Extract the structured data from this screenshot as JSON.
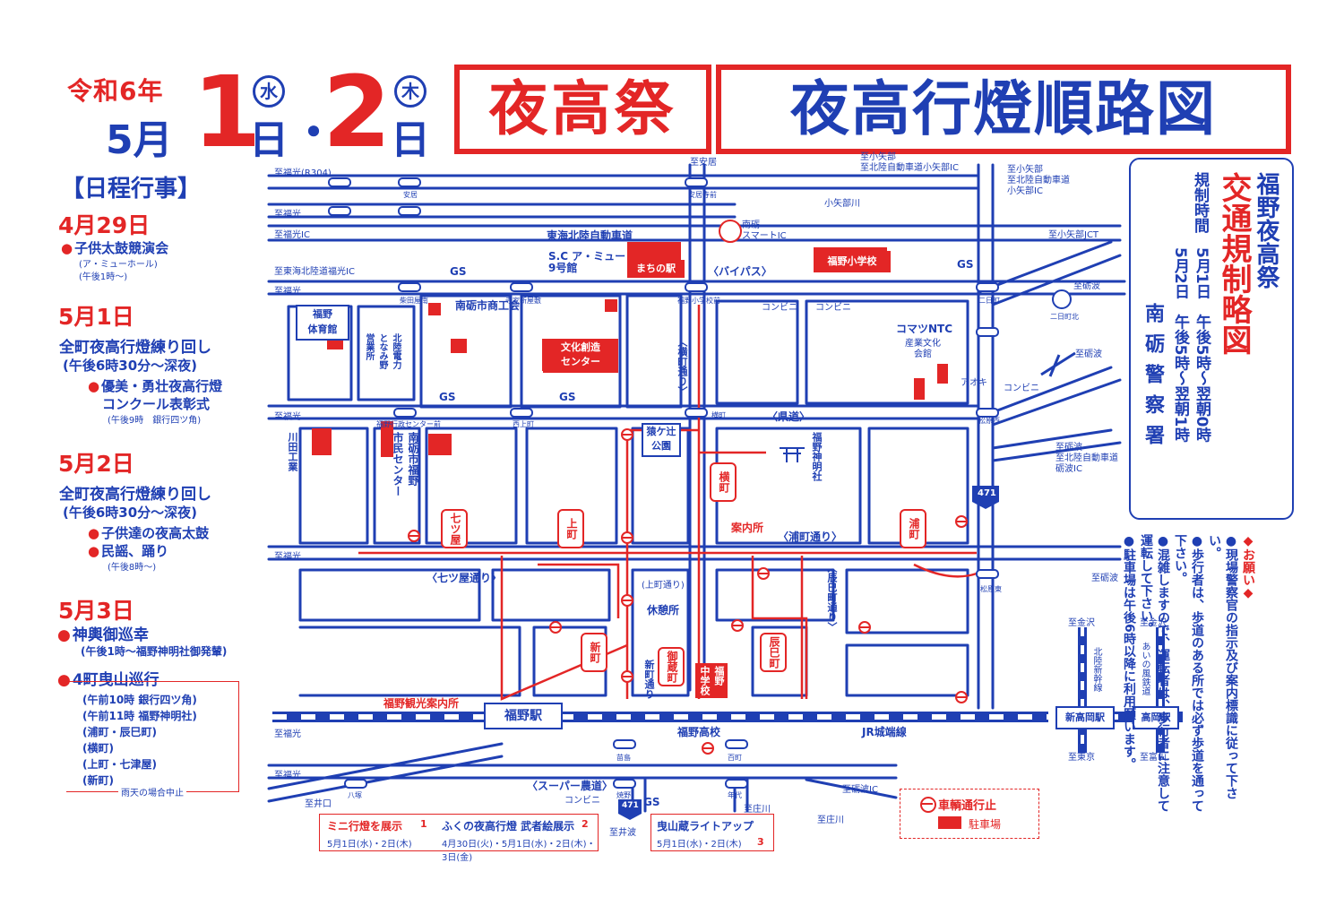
{
  "header": {
    "era": "令和6年",
    "month": "5月",
    "day1": "1",
    "day1_weekday": "水",
    "day_suffix": "日",
    "separator": "・",
    "day2": "2",
    "day2_weekday": "木",
    "title1": "夜高祭",
    "title2": "夜高行燈順路図"
  },
  "schedule": {
    "heading": "【日程行事】",
    "d0429": {
      "date": "4月29日",
      "event": "子供太鼓競演会",
      "place": "(ア・ミューホール)",
      "time": "(午後1時～)"
    },
    "d0501": {
      "date": "5月1日",
      "event": "全町夜高行燈練り回し",
      "time": "(午後6時30分～深夜)",
      "sub1": "優美・勇壮夜高行燈",
      "sub2": "コンクール表彰式",
      "sub_time": "(午後9時　銀行四ツ角)"
    },
    "d0502": {
      "date": "5月2日",
      "event": "全町夜高行燈練り回し",
      "time": "(午後6時30分～深夜)",
      "sub1": "子供達の夜高太鼓",
      "sub2": "民謡、踊り",
      "sub_time": "(午後8時～)"
    },
    "d0503": {
      "date": "5月3日",
      "event1": "神輿御巡幸",
      "event1_time": "(午後1時～福野神明社御発輦)",
      "event2": "4町曳山巡行",
      "lines": [
        "(午前10時 銀行四ツ角)",
        "(午前11時 福野神明社)",
        "(浦町・辰巳町)",
        "(横町)",
        "(上町・七津屋)",
        "(新町)"
      ],
      "rain": "雨天の場合中止"
    }
  },
  "traffic": {
    "title_a": "福野夜高祭",
    "title_b": "交通規制略図",
    "hours_label": "規制時間",
    "line1": "5月1日　午後5時～翌朝0時",
    "line2": "5月2日　午後5時～翌朝1時",
    "police": "南砺警察署"
  },
  "notes": {
    "heading": "◆お願い◆",
    "items": [
      "●現場警察官の指示及び案内標識に従って下さい。",
      "●歩行者は、歩道のある所では必ず歩道を通って下さい。",
      "●混雑しますので、運転者は、歩行者に注意して運転して下さい。",
      "●駐車場は午後6時以降に利用願います。"
    ]
  },
  "legend": {
    "no_entry": "車輌通行止",
    "parking": "駐車場"
  },
  "bottom": {
    "mini": "ミニ行燈を展示",
    "mini_no": "1",
    "mini_date": "5月1日(水)・2日(木)",
    "fuku": "ふくの夜高行燈 武者絵展示",
    "fuku_no": "2",
    "fuku_date": "4月30日(火)・5月1日(水)・2日(木)・3日(金)",
    "hikiyama": "曳山蔵ライトアップ",
    "hikiyama_no": "3",
    "hikiyama_date": "5月1日(水)・2日(木)"
  },
  "map": {
    "to_fukumitsu_r304": "至福光(R304)",
    "to_yasui": "至安居",
    "to_koyabe": "至小矢部",
    "to_koyabe_ic": "至小矢部\n至北陸自動車道小矢部IC",
    "to_koyabe2": "至小矢部\n至北陸自動車道\n小矢部IC",
    "to_fukumitsu": "至福光",
    "to_fukumitsu_ic": "至福光IC",
    "to_tokai_ic": "至東海北陸道福光IC",
    "to_koyabe_jct": "至小矢部JCT",
    "koyabe_river": "小矢部川",
    "expressway": "東海北陸自動車道",
    "nanto_smart_ic": "南砺\nスマートIC",
    "bypass": "〈バイパス〉",
    "sc_amu": "S.C ア・ミュー\n9号館",
    "machi_eki": "まちの駅",
    "fukuno_elem": "福野小学校",
    "nanto_shoko": "南砺市商工会",
    "fukuno_gym": "福野\n体育館",
    "bunka_center": "文化創造\nセンター",
    "yokomachi_dori": "〈横町通り〉",
    "kendo": "〈県道〉",
    "komatsu_ntc": "コマツNTC",
    "sangyo_bunka": "産業文化\n会館",
    "aoki": "アオキ",
    "convenience": "コンビニ",
    "gs": "GS",
    "to_tonami": "至砺波",
    "to_tonami_ic": "至砺波\n至北陸自動車道\n砺波IC",
    "saruga_park": "猿ケ辻\n公園",
    "shinmei": "福野神明社",
    "annaijo": "案内所",
    "uramachi_dori": "〈浦町通り〉",
    "shichitsuya_dori": "〈七ツ屋通り〉",
    "tatsumi_dori": "〈辰巳町通り〉",
    "kamimachi_dori": "(上町通り)",
    "kyukeijo": "休憩所",
    "shinmachi_dori": "新町通り",
    "fukuno_jh": "福野\n中学校",
    "tourist_info": "福野観光案内所",
    "fukuno_station": "福野駅",
    "fukuno_hs": "福野高校",
    "jr_johana": "JR城端線",
    "shin_takaoka": "新高岡駅",
    "takaoka": "高岡駅",
    "to_kanazawa": "至金沢",
    "hokuriku_shinkansen": "北陸新幹線",
    "ainokaze": "あいの風鉄道",
    "to_tokyo": "至東京",
    "to_toyama": "至富山",
    "super_farm_road": "〈スーパー農道〉",
    "to_ikawa": "至井口",
    "to_inami": "至井波",
    "to_shogawa": "至庄川",
    "to_tonami_ic2": "至砺波IC",
    "route_471": "471",
    "route_471b": "471",
    "kawada": "川田工業",
    "city_center": "南砺市福野\n市民センター",
    "hokuriku_power": "北陸電力\nとなみ野\n営業所",
    "lanterns": [
      "七ツ屋",
      "上町",
      "横町",
      "浦町",
      "新町",
      "御蔵町",
      "辰巳町"
    ],
    "signals": [
      "安居",
      "安居寺前",
      "柴田屋南",
      "寺家新屋敷",
      "福野小学校前",
      "二日町",
      "二日町北",
      "松原西",
      "福野行政センター前",
      "西上町",
      "横町",
      "松原東",
      "苗島",
      "百町",
      "八塚",
      "焼野",
      "年代"
    ]
  }
}
